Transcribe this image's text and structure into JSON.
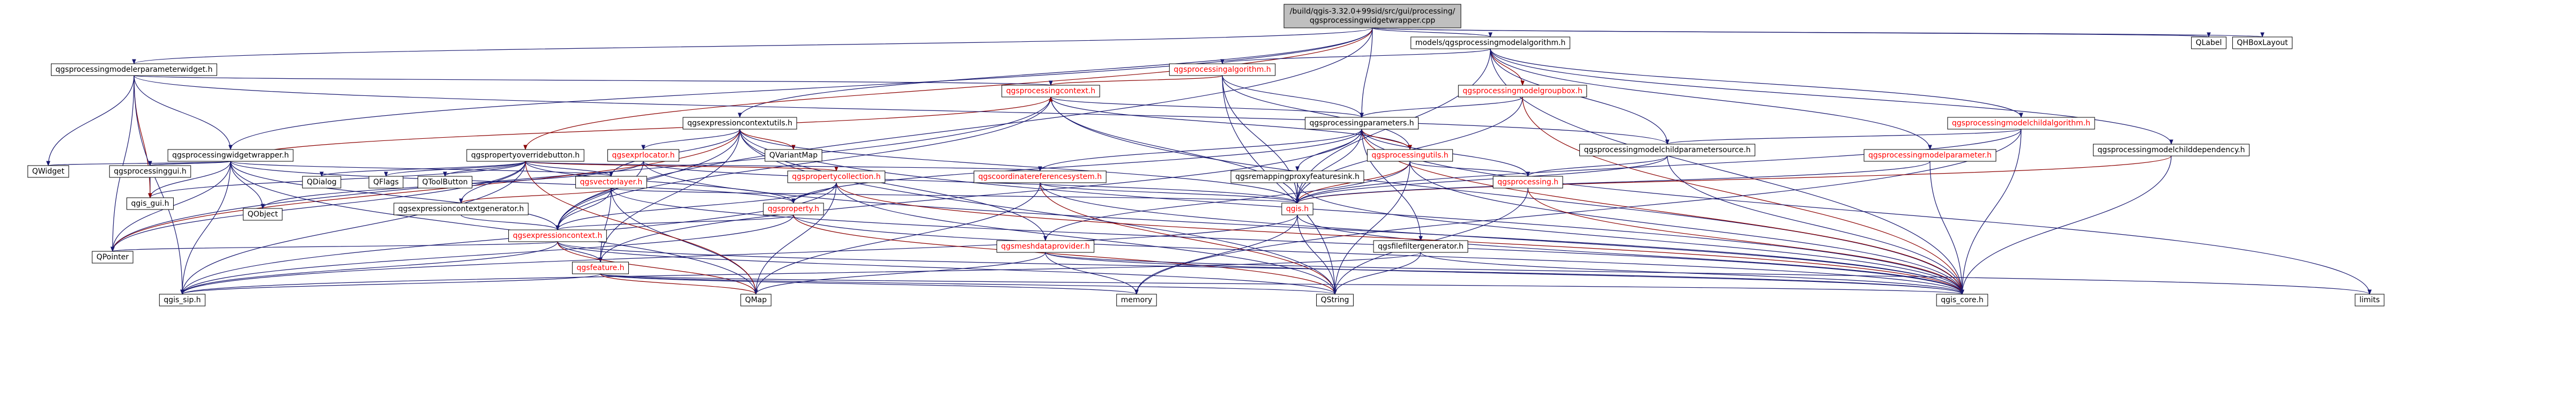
{
  "colors": {
    "background": "#ffffff",
    "node_fill": "#ffffff",
    "node_border": "#000000",
    "root_fill": "#bfbfbf",
    "link_text": "#ff0000",
    "plain_text": "#000000",
    "edge_main": "#191970",
    "edge_alt": "#8b0000"
  },
  "nodes": [
    {
      "id": "root",
      "label": "/build/qgis-3.32.0+99sid/src/gui/processing/qgsprocessingwidgetwrapper.cpp",
      "style": "root"
    },
    {
      "id": "qgsprocessingmodelerparameterwidget",
      "label": "qgsprocessingmodelerparameterwidget.h",
      "style": "plain"
    },
    {
      "id": "qgsprocessingwidgetwrapper",
      "label": "qgsprocessingwidgetwrapper.h",
      "style": "plain"
    },
    {
      "id": "qgsexpressioncontextutils",
      "label": "qgsexpressioncontextutils.h",
      "style": "plain"
    },
    {
      "id": "qgspropertyoverridebutton",
      "label": "qgspropertyoverridebutton.h",
      "style": "plain"
    },
    {
      "id": "qlabel",
      "label": "QLabel",
      "style": "plain"
    },
    {
      "id": "qhboxlayout",
      "label": "QHBoxLayout",
      "style": "plain"
    },
    {
      "id": "models_algorithm",
      "label": "models/qgsprocessingmodelalgorithm.h",
      "style": "plain"
    },
    {
      "id": "qgsprocessingalgorithm",
      "label": "qgsprocessingalgorithm.h",
      "style": "link"
    },
    {
      "id": "qgsprocessingcontext",
      "label": "qgsprocessingcontext.h",
      "style": "link"
    },
    {
      "id": "qgsprocessingmodelgroupbox",
      "label": "qgsprocessingmodelgroupbox.h",
      "style": "link"
    },
    {
      "id": "qgsprocessingparameters",
      "label": "qgsprocessingparameters.h",
      "style": "plain"
    },
    {
      "id": "qgsprocessingmodelchildalgorithm",
      "label": "qgsprocessingmodelchildalgorithm.h",
      "style": "link"
    },
    {
      "id": "qgsprocessingmodelchilddependency",
      "label": "qgsprocessingmodelchilddependency.h",
      "style": "plain"
    },
    {
      "id": "qgsprocessingmodelparameter",
      "label": "qgsprocessingmodelparameter.h",
      "style": "link"
    },
    {
      "id": "qgsprocessingmodelchildparametersource",
      "label": "qgsprocessingmodelchildparametersource.h",
      "style": "plain"
    },
    {
      "id": "qgsprocessingutils",
      "label": "qgsprocessingutils.h",
      "style": "link"
    },
    {
      "id": "qgsremappingproxyfeaturesink",
      "label": "qgsremappingproxyfeaturesink.h",
      "style": "plain"
    },
    {
      "id": "qgsprocessing",
      "label": "qgsprocessing.h",
      "style": "link"
    },
    {
      "id": "qgsfilefiltergenerator",
      "label": "qgsfilefiltergenerator.h",
      "style": "plain"
    },
    {
      "id": "qgscoordinatereferencesystem",
      "label": "qgscoordinatereferencesystem.h",
      "style": "link"
    },
    {
      "id": "qgis",
      "label": "qgis.h",
      "style": "link"
    },
    {
      "id": "qgsexprlocator",
      "label": "qgsexprlocator.h",
      "style": "link"
    },
    {
      "id": "qvariantmap",
      "label": "QVariantMap",
      "style": "plain"
    },
    {
      "id": "qgsvectorlayer",
      "label": "qgsvectorlayer.h",
      "style": "link"
    },
    {
      "id": "qgspropertycollection",
      "label": "qgspropertycollection.h",
      "style": "link"
    },
    {
      "id": "qgsproperty",
      "label": "qgsproperty.h",
      "style": "link"
    },
    {
      "id": "qgsexpressioncontextgenerator",
      "label": "qgsexpressioncontextgenerator.h",
      "style": "plain"
    },
    {
      "id": "qgsexpressioncontext",
      "label": "qgsexpressioncontext.h",
      "style": "link"
    },
    {
      "id": "qgsmeshdataprovider",
      "label": "qgsmeshdataprovider.h",
      "style": "link"
    },
    {
      "id": "qgsfeature",
      "label": "qgsfeature.h",
      "style": "link"
    },
    {
      "id": "qwidget",
      "label": "QWidget",
      "style": "plain"
    },
    {
      "id": "qgsprocessinggui",
      "label": "qgsprocessinggui.h",
      "style": "plain"
    },
    {
      "id": "qgis_gui",
      "label": "qgis_gui.h",
      "style": "plain"
    },
    {
      "id": "qdialog",
      "label": "QDialog",
      "style": "plain"
    },
    {
      "id": "qflags",
      "label": "QFlags",
      "style": "plain"
    },
    {
      "id": "qtoolbutton",
      "label": "QToolButton",
      "style": "plain"
    },
    {
      "id": "qobject",
      "label": "QObject",
      "style": "plain"
    },
    {
      "id": "qpointer",
      "label": "QPointer",
      "style": "plain"
    },
    {
      "id": "qgis_sip",
      "label": "qgis_sip.h",
      "style": "plain"
    },
    {
      "id": "qmap",
      "label": "QMap",
      "style": "plain"
    },
    {
      "id": "memory",
      "label": "memory",
      "style": "plain"
    },
    {
      "id": "qstring",
      "label": "QString",
      "style": "plain"
    },
    {
      "id": "qgis_core",
      "label": "qgis_core.h",
      "style": "plain"
    },
    {
      "id": "limits",
      "label": "limits",
      "style": "plain"
    }
  ],
  "edges": [
    [
      "root",
      "qgsprocessingmodelerparameterwidget"
    ],
    [
      "root",
      "qgsprocessingwidgetwrapper"
    ],
    [
      "root",
      "qgsexpressioncontextutils"
    ],
    [
      "root",
      "qgspropertyoverridebutton"
    ],
    [
      "root",
      "qlabel"
    ],
    [
      "root",
      "qhboxlayout"
    ],
    [
      "root",
      "models_algorithm"
    ],
    [
      "root",
      "qgsprocessingparameters"
    ],
    [
      "root",
      "qgsexpressioncontext"
    ],
    [
      "models_algorithm",
      "qgsprocessingalgorithm"
    ],
    [
      "models_algorithm",
      "qgsprocessingmodelgroupbox"
    ],
    [
      "models_algorithm",
      "qgsprocessingmodelchildalgorithm"
    ],
    [
      "models_algorithm",
      "qgsprocessingmodelchilddependency"
    ],
    [
      "models_algorithm",
      "qgsprocessingmodelparameter"
    ],
    [
      "models_algorithm",
      "qgsprocessingmodelchildparametersource"
    ],
    [
      "models_algorithm",
      "qgis"
    ],
    [
      "models_algorithm",
      "qgis_core"
    ],
    [
      "qgsprocessingalgorithm",
      "qgsprocessingcontext"
    ],
    [
      "qgsprocessingalgorithm",
      "qgsprocessingparameters"
    ],
    [
      "qgsprocessingalgorithm",
      "qgsprocessingutils"
    ],
    [
      "qgsprocessingalgorithm",
      "qgis"
    ],
    [
      "qgsprocessingalgorithm",
      "qstring"
    ],
    [
      "qgsprocessingmodelgroupbox",
      "qgsprocessingparameters"
    ],
    [
      "qgsprocessingmodelgroupbox",
      "qgis"
    ],
    [
      "qgsprocessingmodelgroupbox",
      "qgis_core"
    ],
    [
      "qgsprocessingcontext",
      "qgsprocessingparameters"
    ],
    [
      "qgsprocessingcontext",
      "qgsprocessingutils"
    ],
    [
      "qgsprocessingcontext",
      "qgsexpressioncontext"
    ],
    [
      "qgsprocessingcontext",
      "qgis"
    ],
    [
      "qgsprocessingcontext",
      "qgis_core"
    ],
    [
      "qgsprocessingcontext",
      "qpointer"
    ],
    [
      "qgsprocessingparameters",
      "qgsprocessingutils"
    ],
    [
      "qgsprocessingparameters",
      "qgsremappingproxyfeaturesink"
    ],
    [
      "qgsprocessingparameters",
      "qgsprocessing"
    ],
    [
      "qgsprocessingparameters",
      "qgsfilefiltergenerator"
    ],
    [
      "qgsprocessingparameters",
      "qgscoordinatereferencesystem"
    ],
    [
      "qgsprocessingparameters",
      "qgsproperty"
    ],
    [
      "qgsprocessingparameters",
      "qgis"
    ],
    [
      "qgsprocessingparameters",
      "qgis_core"
    ],
    [
      "qgsprocessingparameters",
      "qgsfeature"
    ],
    [
      "qgsprocessingparameters",
      "limits"
    ],
    [
      "qgsprocessingmodelchildalgorithm",
      "qgsprocessingmodelchildparametersource"
    ],
    [
      "qgsprocessingmodelchildalgorithm",
      "qgis"
    ],
    [
      "qgsprocessingmodelchildalgorithm",
      "qgis_core"
    ],
    [
      "qgsprocessingmodelchildalgorithm",
      "memory"
    ],
    [
      "qgsprocessingmodelchilddependency",
      "qgis"
    ],
    [
      "qgsprocessingmodelchilddependency",
      "qgis_core"
    ],
    [
      "qgsprocessingmodelparameter",
      "qgis"
    ],
    [
      "qgsprocessingmodelparameter",
      "qgis_core"
    ],
    [
      "qgsprocessingmodelchildparametersource",
      "qgis"
    ],
    [
      "qgsprocessingmodelchildparametersource",
      "qgis_core"
    ],
    [
      "qgsprocessingmodelchildparametersource",
      "qgsprocessing"
    ],
    [
      "qgsprocessingutils",
      "qgis"
    ],
    [
      "qgsprocessingutils",
      "qgis_core"
    ],
    [
      "qgsprocessingutils",
      "qgsprocessing"
    ],
    [
      "qgsprocessingutils",
      "qgsmeshdataprovider"
    ],
    [
      "qgsprocessingutils",
      "qstring"
    ],
    [
      "qgsremappingproxyfeaturesink",
      "qgis"
    ],
    [
      "qgsremappingproxyfeaturesink",
      "qgis_core"
    ],
    [
      "qgsprocessing",
      "qgis_core"
    ],
    [
      "qgsprocessing",
      "qstring"
    ],
    [
      "qgsfilefiltergenerator",
      "qgis_core"
    ],
    [
      "qgsfilefiltergenerator",
      "qgis_sip"
    ],
    [
      "qgsfilefiltergenerator",
      "qstring"
    ],
    [
      "qgscoordinatereferencesystem",
      "qgis"
    ],
    [
      "qgscoordinatereferencesystem",
      "qgis_core"
    ],
    [
      "qgscoordinatereferencesystem",
      "qstring"
    ],
    [
      "qgscoordinatereferencesystem",
      "qmap"
    ],
    [
      "qgis",
      "qgis_core"
    ],
    [
      "qgis",
      "qgis_sip"
    ],
    [
      "qgis",
      "qstring"
    ],
    [
      "qgis",
      "memory"
    ],
    [
      "qgsexpressioncontextutils",
      "qgsexprlocator"
    ],
    [
      "qgsexpressioncontextutils",
      "qvariantmap"
    ],
    [
      "qgsexpressioncontextutils",
      "qgsexpressioncontext"
    ],
    [
      "qgsexpressioncontextutils",
      "qgsvectorlayer"
    ],
    [
      "qgsexpressioncontextutils",
      "qgis_core"
    ],
    [
      "qgsexpressioncontextutils",
      "qgsmeshdataprovider"
    ],
    [
      "qgsexpressioncontextutils",
      "qgsfeature"
    ],
    [
      "qgsexpressioncontextutils",
      "qgis"
    ],
    [
      "qgsexpressioncontextutils",
      "qpointer"
    ],
    [
      "qgsexpressioncontextutils",
      "qstring"
    ],
    [
      "qgsexprlocator",
      "qgsexpressioncontext"
    ],
    [
      "qgsexprlocator",
      "qgis"
    ],
    [
      "qgsexprlocator",
      "qgis_core"
    ],
    [
      "qgsexprlocator",
      "qobject"
    ],
    [
      "qgsvectorlayer",
      "qgsexpressioncontext"
    ],
    [
      "qgsvectorlayer",
      "qgsexpressioncontextgenerator"
    ],
    [
      "qgsvectorlayer",
      "qgsfeature"
    ],
    [
      "qgsvectorlayer",
      "qgis"
    ],
    [
      "qgsvectorlayer",
      "qgis_core"
    ],
    [
      "qgsvectorlayer",
      "qmap"
    ],
    [
      "qgspropertycollection",
      "qgsproperty"
    ],
    [
      "qgspropertycollection",
      "qgsexpressioncontext"
    ],
    [
      "qgspropertycollection",
      "qgis_core"
    ],
    [
      "qgspropertycollection",
      "qgis_sip"
    ],
    [
      "qgspropertycollection",
      "qstring"
    ],
    [
      "qgspropertycollection",
      "qmap"
    ],
    [
      "qgsproperty",
      "qgsexpressioncontext"
    ],
    [
      "qgsproperty",
      "qgis_core"
    ],
    [
      "qgsproperty",
      "qgis_sip"
    ],
    [
      "qgsproperty",
      "qstring"
    ],
    [
      "qgsexpressioncontextgenerator",
      "qgsexpressioncontext"
    ],
    [
      "qgsexpressioncontext",
      "qgsfeature"
    ],
    [
      "qgsexpressioncontext",
      "qgis_core"
    ],
    [
      "qgsexpressioncontext",
      "qgis_sip"
    ],
    [
      "qgsexpressioncontext",
      "qpointer"
    ],
    [
      "qgsexpressioncontext",
      "qstring"
    ],
    [
      "qgsexpressioncontext",
      "qmap"
    ],
    [
      "qgsmeshdataprovider",
      "qgis_core"
    ],
    [
      "qgsmeshdataprovider",
      "qmap"
    ],
    [
      "qgsmeshdataprovider",
      "memory"
    ],
    [
      "qgsmeshdataprovider",
      "limits"
    ],
    [
      "qgsfeature",
      "qgis_core"
    ],
    [
      "qgsfeature",
      "qgis_sip"
    ],
    [
      "qgsfeature",
      "qmap"
    ],
    [
      "qgsfeature",
      "memory"
    ],
    [
      "qgsfeature",
      "qstring"
    ],
    [
      "qgspropertyoverridebutton",
      "qdialog"
    ],
    [
      "qgspropertyoverridebutton",
      "qflags"
    ],
    [
      "qgspropertyoverridebutton",
      "qtoolbutton"
    ],
    [
      "qgspropertyoverridebutton",
      "qgsexpressioncontextgenerator"
    ],
    [
      "qgspropertyoverridebutton",
      "qgspropertycollection"
    ],
    [
      "qgspropertyoverridebutton",
      "qgsproperty"
    ],
    [
      "qgspropertyoverridebutton",
      "qgsvectorlayer"
    ],
    [
      "qgspropertyoverridebutton",
      "qgis_gui"
    ],
    [
      "qgspropertyoverridebutton",
      "qgis_sip"
    ],
    [
      "qgspropertyoverridebutton",
      "qpointer"
    ],
    [
      "qgspropertyoverridebutton",
      "qgscoordinatereferencesystem"
    ],
    [
      "qgspropertyoverridebutton",
      "qmap"
    ],
    [
      "qgsprocessingwidgetwrapper",
      "qwidget"
    ],
    [
      "qgsprocessingwidgetwrapper",
      "qgsprocessinggui"
    ],
    [
      "qgsprocessingwidgetwrapper",
      "qgis_gui"
    ],
    [
      "qgsprocessingwidgetwrapper",
      "qobject"
    ],
    [
      "qgsprocessingwidgetwrapper",
      "qpointer"
    ],
    [
      "qgsprocessingwidgetwrapper",
      "qgis_sip"
    ],
    [
      "qgsprocessingwidgetwrapper",
      "qgsprocessingcontext"
    ],
    [
      "qgsprocessingwidgetwrapper",
      "qgsvectorlayer"
    ],
    [
      "qgsprocessingwidgetwrapper",
      "qgsproperty"
    ],
    [
      "qgsprocessingwidgetwrapper",
      "qgsexpressioncontext"
    ],
    [
      "qgsprocessingwidgetwrapper",
      "qmap"
    ],
    [
      "qgsprocessinggui",
      "qgis_gui"
    ],
    [
      "qgsprocessingmodelerparameterwidget",
      "qwidget"
    ],
    [
      "qgsprocessingmodelerparameterwidget",
      "qgis_gui"
    ],
    [
      "qgsprocessingmodelerparameterwidget",
      "qgsprocessingcontext"
    ],
    [
      "qgsprocessingmodelerparameterwidget",
      "qpointer"
    ],
    [
      "qgsprocessingmodelerparameterwidget",
      "qgis_sip"
    ],
    [
      "qgsprocessingmodelerparameterwidget",
      "qgsprocessingmodelchildparametersource"
    ],
    [
      "qgsprocessingmodelerparameterwidget",
      "qgsprocessingwidgetwrapper"
    ]
  ]
}
